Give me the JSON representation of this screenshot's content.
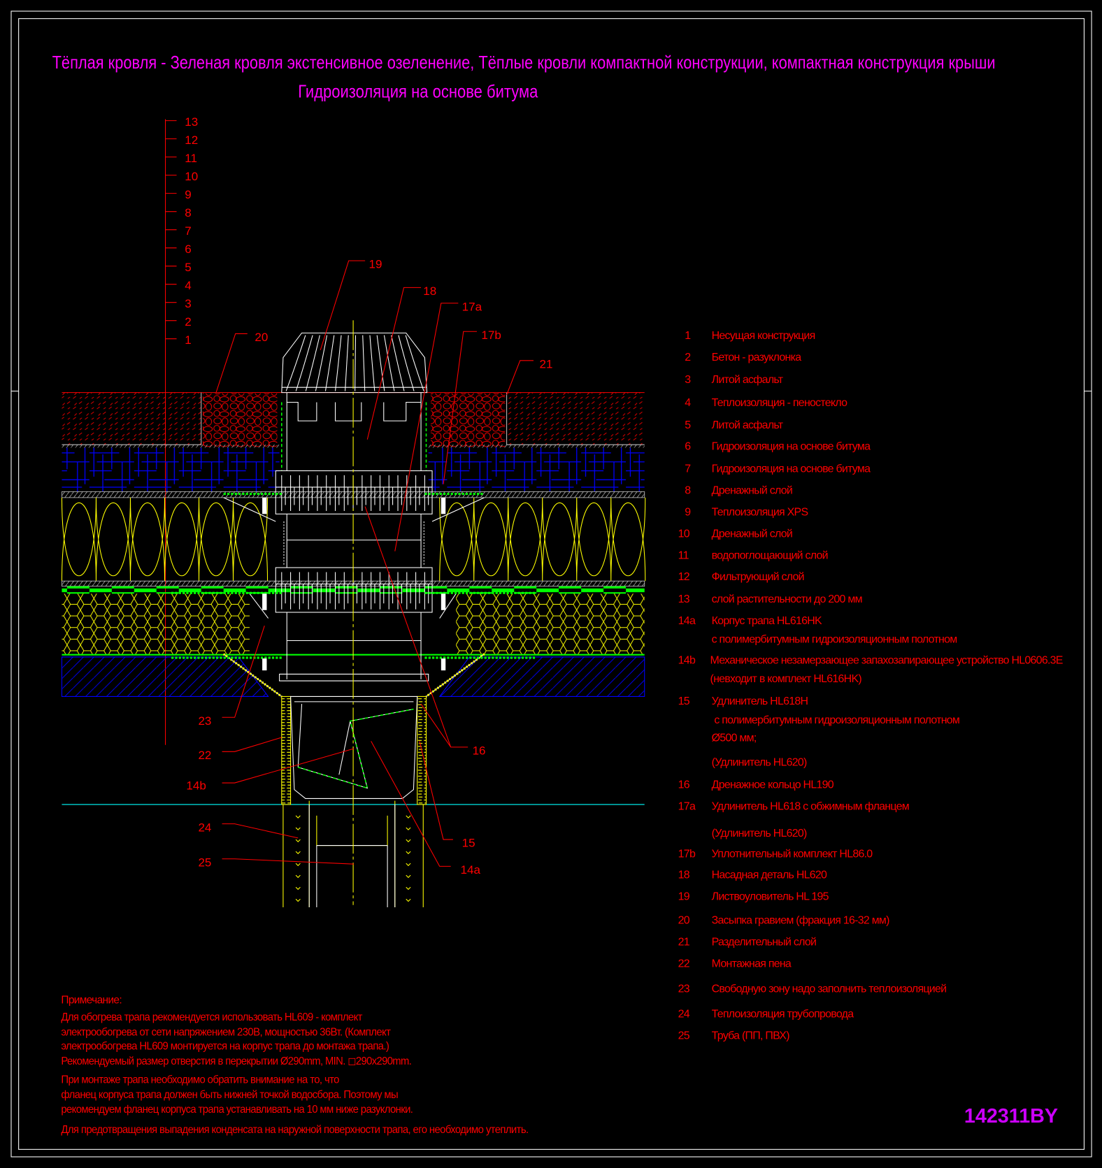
{
  "title": {
    "line1": "Тёплая кровля - Зеленая кровля экстенсивное озеленение, Тёплые кровли компактной конструкции, компактная конструкция крыши",
    "line2": "Гидроизоляция на основе битума"
  },
  "layer_scale": [
    "13",
    "12",
    "11",
    "10",
    "9",
    "8",
    "7",
    "6",
    "5",
    "4",
    "3",
    "2",
    "1"
  ],
  "callouts": {
    "c19": "19",
    "c18": "18",
    "c17a": "17a",
    "c17b": "17b",
    "c20": "20",
    "c21": "21",
    "c23": "23",
    "c22": "22",
    "c14b": "14b",
    "c24": "24",
    "c25": "25",
    "c16": "16",
    "c15": "15",
    "c14a": "14a"
  },
  "legend": [
    {
      "num": "1",
      "text": "Несущая конструкция"
    },
    {
      "num": "2",
      "text": "Бетон - разуклонка"
    },
    {
      "num": "3",
      "text": "Литой асфальт"
    },
    {
      "num": "4",
      "text": "Теплоизоляция - пеностекло"
    },
    {
      "num": "5",
      "text": "Литой асфальт"
    },
    {
      "num": "6",
      "text": "Гидроизоляция на основе битума"
    },
    {
      "num": "7",
      "text": "Гидроизоляция на основе битума"
    },
    {
      "num": "8",
      "text": "Дренажный слой"
    },
    {
      "num": "9",
      "text": "Теплоизоляция XPS"
    },
    {
      "num": "10",
      "text": "Дренажный слой"
    },
    {
      "num": "11",
      "text": "водопоглощающий слой"
    },
    {
      "num": "12",
      "text": "Фильтрующий слой"
    },
    {
      "num": "13",
      "text": "слой растительности до 200 мм"
    },
    {
      "num": "14a",
      "text": "Корпус трапа HL616HK",
      "cont": "с полимербитумным гидроизоляционным полотном"
    },
    {
      "num": "14b",
      "text": "Механическое незамерзающее запахозапирающее устройство HL0606.3E",
      "cont": "(невходит в комплект HL616HK)"
    },
    {
      "num": "15",
      "text": "Удлинитель HL618H",
      "cont": " с полимербитумным гидроизоляционным полотном",
      "cont2": "Ø500 мм;",
      "cont3": "(Удлинитель HL620)"
    },
    {
      "num": "16",
      "text": "Дренажное кольцо HL190"
    },
    {
      "num": "17a",
      "text": "Удлинитель HL618 с обжимным фланцем",
      "cont": "(Удлинитель HL620)"
    },
    {
      "num": "17b",
      "text": "Уплотнительный комплект HL86.0"
    },
    {
      "num": "18",
      "text": "Насадная деталь HL620"
    },
    {
      "num": "19",
      "text": "Листвоуловитель HL 195"
    },
    {
      "num": "20",
      "text": "Засыпка гравием (фракция 16-32 мм)"
    },
    {
      "num": "21",
      "text": "Разделительный слой"
    },
    {
      "num": "22",
      "text": "Монтажная пена"
    },
    {
      "num": "23",
      "text": "Свободную зону надо заполнить теплоизоляцией"
    },
    {
      "num": "24",
      "text": "Теплоизоляция трубопровода"
    },
    {
      "num": "25",
      "text": "Труба (ПП, ПВХ)"
    }
  ],
  "notes": {
    "heading": "Примечание:",
    "lines": [
      "Для обогрева трапа рекомендуется использовать HL609 - комплект",
      "электрообогрева от сети напряжением 230В, мощностью 36Вт. (Комплект",
      "электрообогрева HL609 монтируется на корпус трапа до монтажа трапа.)",
      "Рекомендуемый размер отверстия в перекрытии Ø290mm, MIN. ◻290x290mm.",
      "При монтаже трапа необходимо обратить внимание на то, что",
      "фланец корпуса трапа должен быть нижней точкой водосбора. Поэтому мы",
      "рекомендуем фланец корпуса трапа устанавливать на 10 мм ниже разуклонки.",
      "Для предотвращения выпадения конденсата на наружной поверхности трапа, его необходимо утеплить."
    ]
  },
  "drawing_code": "142311BY",
  "colors": {
    "background": "#000000",
    "title": "#ff00ff",
    "annotation": "#ff0000",
    "code": "#cc00ff",
    "insulation": "#ffff00",
    "membrane": "#00ff00",
    "concrete": "#0000ff",
    "floor_line": "#00ffff"
  }
}
